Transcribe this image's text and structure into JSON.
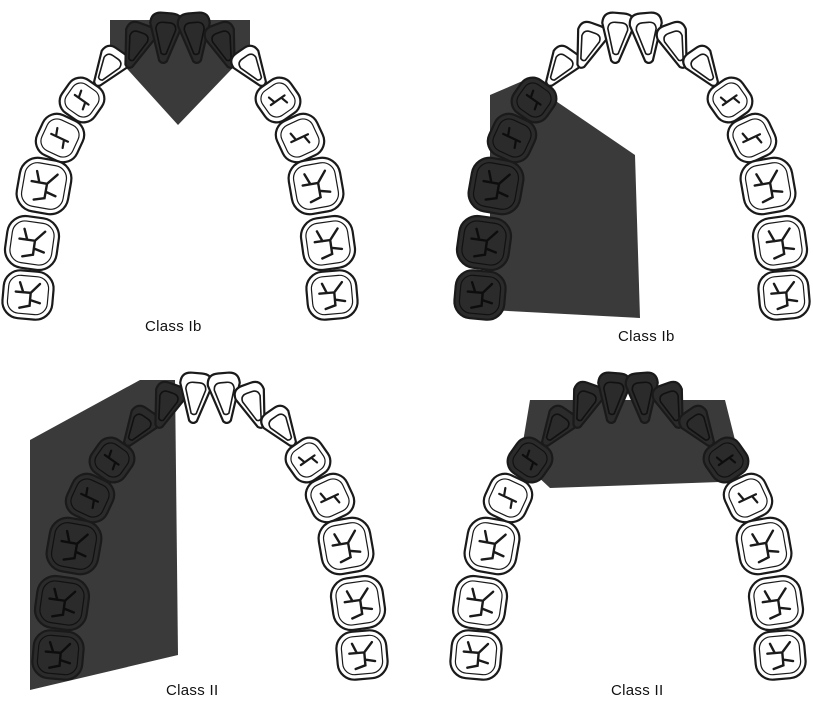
{
  "diagrams": [
    {
      "caption": "Class Ib",
      "missing_region": "anterior"
    },
    {
      "caption": "Class Ib",
      "missing_region": "posterior-unilateral"
    },
    {
      "caption": "Class II",
      "missing_region": "unilateral-posterior-anterior"
    },
    {
      "caption": "Class II",
      "missing_region": "anterior-extended"
    }
  ],
  "colors": {
    "shaded": "#3a3a3a",
    "tooth_outline": "#1a1a1a",
    "tooth_fill": "#ffffff",
    "shaded_tooth": "#2b2b2b"
  }
}
